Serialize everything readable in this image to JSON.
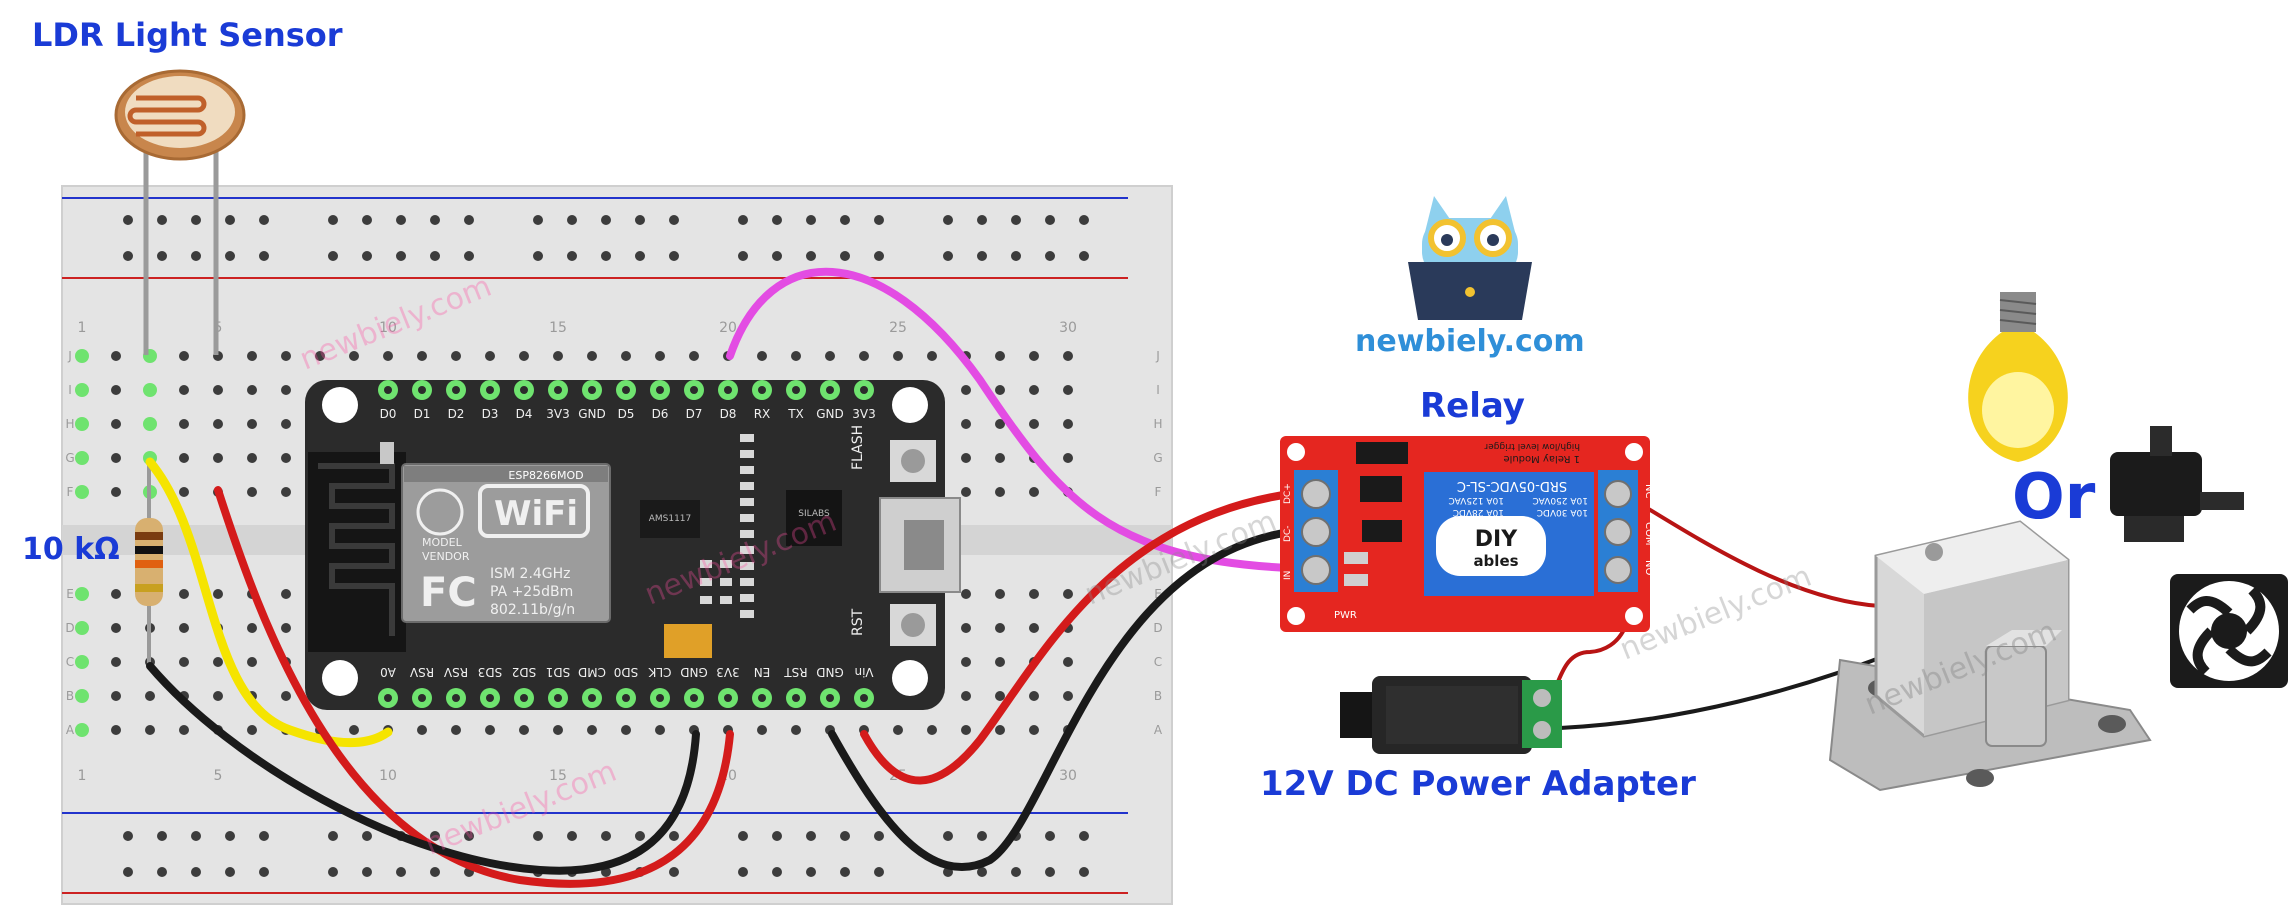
{
  "labels": {
    "ldr": "LDR Light Sensor",
    "resistor": "10 kΩ",
    "relay": "Relay",
    "adapter": "12V DC Power Adapter",
    "or": "Or",
    "brand": "newbiely.com"
  },
  "breadboard": {
    "row_letters": [
      "J",
      "I",
      "H",
      "G",
      "F",
      "E",
      "D",
      "C",
      "B",
      "A"
    ],
    "column_numbers": [
      "1",
      "5",
      "10",
      "15",
      "20",
      "25",
      "30"
    ]
  },
  "esp8266": {
    "top_pins": [
      "D0",
      "D1",
      "D2",
      "D3",
      "D4",
      "3V3",
      "GND",
      "D5",
      "D6",
      "D7",
      "D8",
      "RX",
      "TX",
      "GND",
      "3V3"
    ],
    "bottom_pins": [
      "A0",
      "RSV",
      "RSV",
      "SD3",
      "SD2",
      "SD1",
      "CMD",
      "SD0",
      "CLK",
      "GND",
      "3V3",
      "EN",
      "RST",
      "GND",
      "Vin"
    ],
    "module_text": [
      "ESP8266MOD"
    ],
    "wifi_logo": "WiFi",
    "specs": [
      "ISM 2.4GHz",
      "PA  +25dBm",
      "802.11b/g/n"
    ],
    "model_lines": [
      "MODEL",
      "VENDOR"
    ],
    "fcc": "FC",
    "buttons": [
      "FLASH",
      "RST"
    ],
    "regulator": "AMS1117",
    "uart_chip": "SILABS"
  },
  "relay_module": {
    "title": "1 Relay Module",
    "subtitle": "high/low level trigger",
    "relay_part": "SRD-05VDC-SL-C",
    "ratings": [
      "10A 250VAC",
      "10A 125VAC",
      "10A 30VDC",
      "10A 28VDC"
    ],
    "logo_text": [
      "DIY",
      "ables"
    ],
    "left_terminals": [
      "DC+",
      "DC-",
      "IN"
    ],
    "right_terminals": [
      "NC",
      "COM",
      "NO"
    ],
    "power_led": "PWR"
  },
  "colors": {
    "label_blue": "#1a3bd6",
    "brand_blue": "#2f8fd8",
    "wire_red": "#d41b1b",
    "wire_black": "#1a1a1a",
    "wire_yellow": "#f5e400",
    "wire_magenta": "#e34ce3",
    "relay_board": "#e52620"
  },
  "icons": [
    "ldr-sensor-icon",
    "resistor-icon",
    "owl-logo-icon",
    "light-bulb-icon",
    "water-pump-icon",
    "cooling-fan-icon",
    "solenoid-lock-icon",
    "dc-jack-icon"
  ]
}
